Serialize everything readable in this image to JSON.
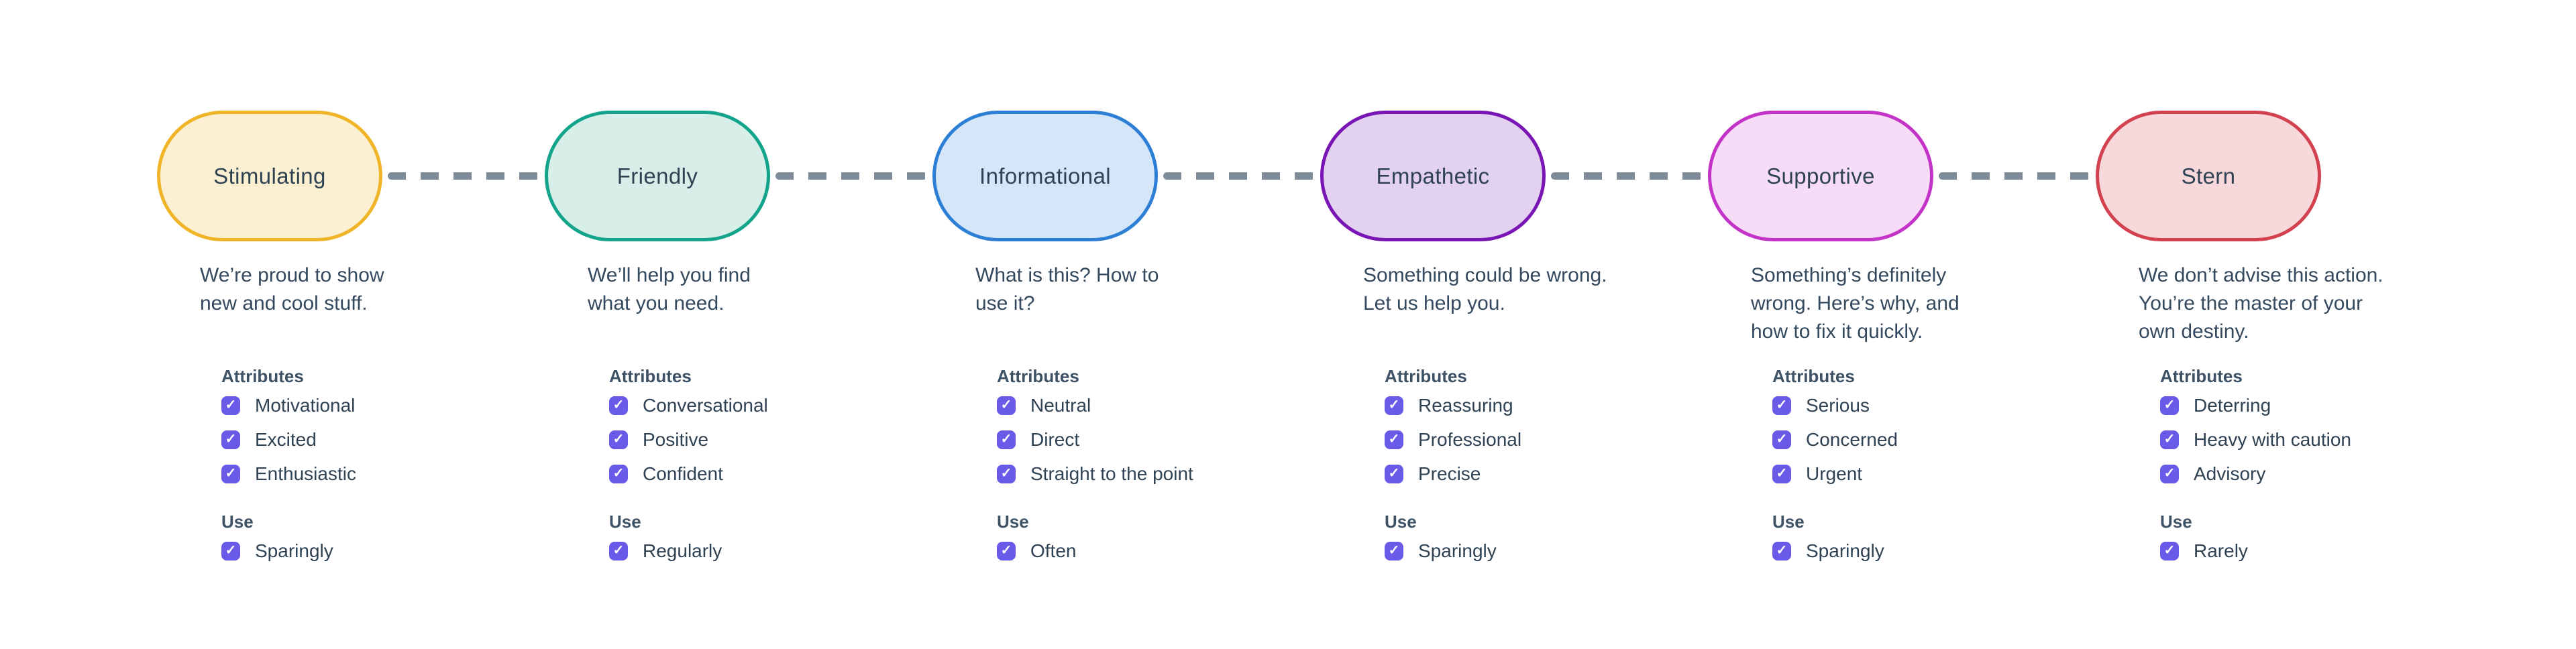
{
  "page": {
    "background_color": "#FFFFFF"
  },
  "labels": {
    "attributes": "Attributes",
    "use": "Use"
  },
  "checkbox": {
    "glyph": "✓",
    "checked": true,
    "color": "#6A5AE8"
  },
  "connector": {
    "color": "#7E8C9A",
    "style": "dashed"
  },
  "nodes": [
    {
      "title": "Stimulating",
      "fill_color": "#FBF1D2",
      "border_color": "#F0B429",
      "description": "We’re proud to show\nnew and cool stuff.",
      "attributes": [
        "Motivational",
        "Excited",
        "Enthusiastic"
      ],
      "use": "Sparingly"
    },
    {
      "title": "Friendly",
      "fill_color": "#D8EFE9",
      "border_color": "#14A38B",
      "description": "We’ll help you find\nwhat you need.",
      "attributes": [
        "Conversational",
        "Positive",
        "Confident"
      ],
      "use": "Regularly"
    },
    {
      "title": "Informational",
      "fill_color": "#D4E6F7",
      "border_color": "#2D7FD6",
      "description": "What is this? How to\nuse it?",
      "attributes": [
        "Neutral",
        "Direct",
        "Straight to the point"
      ],
      "use": "Often"
    },
    {
      "title": "Empathetic",
      "fill_color": "#E3D1F0",
      "border_color": "#7A15B5",
      "description": "Something could be wrong.\nLet us help you.",
      "attributes": [
        "Reassuring",
        "Professional",
        "Precise"
      ],
      "use": "Sparingly"
    },
    {
      "title": "Supportive",
      "fill_color": "#F7DCF7",
      "border_color": "#C433C8",
      "description": "Something’s definitely\nwrong. Here’s why, and\nhow to fix it quickly.",
      "attributes": [
        "Serious",
        "Concerned",
        "Urgent"
      ],
      "use": "Sparingly"
    },
    {
      "title": "Stern",
      "fill_color": "#F7D9DC",
      "border_color": "#D24250",
      "description": "We don’t advise this action.\nYou’re the master of your\nown destiny.",
      "attributes": [
        "Deterring",
        "Heavy with caution",
        "Advisory"
      ],
      "use": "Rarely"
    }
  ]
}
